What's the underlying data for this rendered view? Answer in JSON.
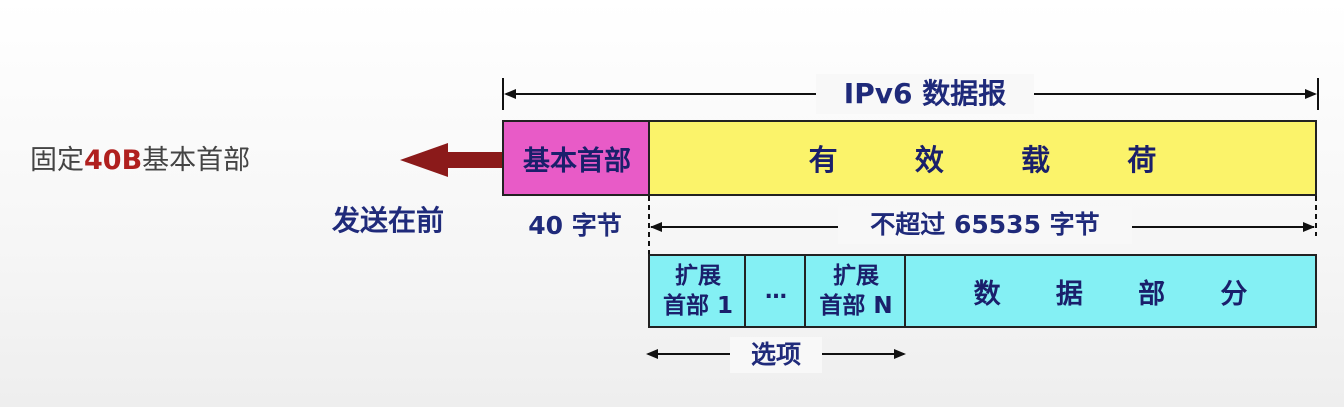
{
  "diagram": {
    "datagram_title": "IPv6 数据报",
    "base_header_label": "基本首部",
    "payload_chars": [
      "有",
      "效",
      "载",
      "荷"
    ],
    "base_header_size": "40 字节",
    "payload_size": "不超过 65535 字节",
    "ext_header_1": [
      "扩展",
      "首部 1"
    ],
    "ellipsis": "…",
    "ext_header_n": [
      "扩展",
      "首部 N"
    ],
    "data_part_chars": [
      "数",
      "据",
      "部",
      "分"
    ],
    "options_label": "选项",
    "send_first_label": "发送在前",
    "fixed_header": {
      "prefix": "固定",
      "highlight": "40B",
      "suffix": "基本首部"
    },
    "colors": {
      "base_header_fill": "#e85bc7",
      "payload_fill": "#fbf36a",
      "options_fill": "#84f0f4",
      "arrow": "#8b1a1a",
      "text_navy": "#1f2a7a",
      "highlight_red": "#b0201e"
    }
  }
}
